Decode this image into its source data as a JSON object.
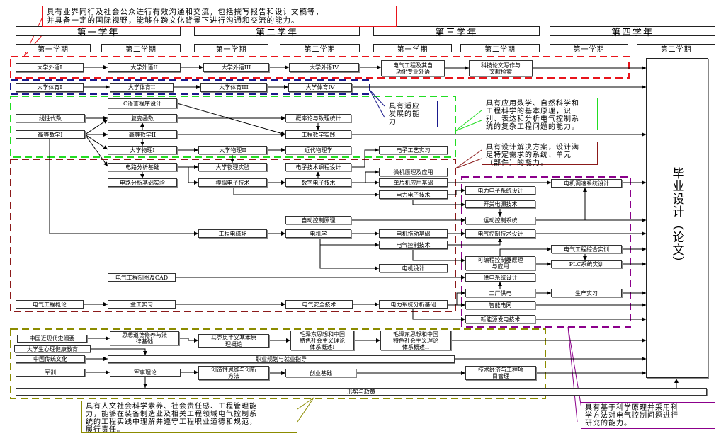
{
  "callouts": {
    "communication": "具有业界同行及社会公众进行有效沟通和交流，包括撰写报告和设计文稿等，\n并具备一定的国际视野，能够在跨文化背景下进行沟通和交流的能力。",
    "adaptation": "具有适应\n发展的能\n力",
    "engineering_knowledge": "具有应用数学、自然科学和\n工程科学的基本原理，识\n别、表达和分析电气控制系\n统的复杂工程问题的能力。",
    "design_solutions": "具有设计解决方案，设计满\n足特定需求的系统、单元\n（部件）的能力。",
    "humanities": "具有人文社会科学素养、社会责任感、工程管理能\n力，能够在装备制造业及相关工程领域电气控制系\n统的工程实践中理解并遵守工程职业道德和规范，\n履行责任。",
    "research": "具有基于科学原理并采用科\n学方法对电气控制问题进行\n研究的能力。"
  },
  "years": [
    "第一学年",
    "第二学年",
    "第三学年",
    "第四学年"
  ],
  "semesters": [
    "第一学期",
    "第二学期",
    "第一学期",
    "第二学期",
    "第一学期",
    "第二学期",
    "第一学期",
    "第二学期"
  ],
  "graduation": "毕业设计（论文）",
  "courses": {
    "wy1": "大学外语I",
    "wy2": "大学外语II",
    "wy3": "大学外语III",
    "wy4": "大学外语IV",
    "wy5": "电气工程及其自\n动化专业外语",
    "wy6": "科技论文写作与\n文献检索",
    "ty1": "大学体育I",
    "ty2": "大学体育II",
    "ty3": "大学体育III",
    "ty4": "大学体育IV",
    "cyy": "C语言程序设计",
    "xxds": "线性代数",
    "fbhs": "复变函数",
    "gs1": "高等数学I",
    "gs2": "高等数学II",
    "gl": "概率论与数理统计",
    "gcsj": "工程数学实践",
    "wl1": "大学物理I",
    "wl2": "大学物理II",
    "jdwl": "近代物理学",
    "dzgy": "电子工艺实习",
    "dlfx": "电路分析基础",
    "dlsy": "电路分析基础实验",
    "wlsy": "大学物理实验",
    "mn": "模拟电子技术",
    "dzkc": "电子技术课程设计",
    "sz": "数字电子技术",
    "wj": "微机原理及应用",
    "dpj": "单片机应用基础",
    "dldz": "电力电子技术",
    "zdkz": "自动控制原理",
    "gcdc": "工程电磁场",
    "djx": "电机学",
    "djtd": "电机拖动基础",
    "dqkz": "电气控制技术",
    "djsj": "电机设计",
    "cad": "电气工程制图及CAD",
    "gailun": "电气工程概论",
    "jg": "金工实习",
    "aq": "电气安全技术",
    "xtfx": "电力系统分析基础",
    "dlzxt": "电力电子系统设计",
    "tsxt": "电机调速系统设计",
    "kgdy": "开关电源技术",
    "ydkz": "运动控制系统",
    "dqkzsj": "电气控制技术设计",
    "zhsx": "电气工程综合实训",
    "plcyl": "可编程控制器原理\n与应用",
    "plcsx": "PLC系统实训",
    "gdxt": "供电系统设计",
    "gcgd": "工厂供电",
    "scsx": "生产实习",
    "znwd": "智能电网",
    "xny": "新能源发电技术",
    "jxs": "中国近现代史纲要",
    "sxdd": "思想道德修养与法\n律基础",
    "mks": "马克思主义基本原\n理概论",
    "mz1": "毛泽东思想和中国\n特色社会主义理论\n体系概述I",
    "mz2": "毛泽东思想和中国\n特色社会主义理论\n体系概述II",
    "xljk": "大学生心理健康教育",
    "ctwh": "中国传统文化",
    "zygh": "职业规划与就业指导",
    "jx": "军训",
    "jsll": "军事理论",
    "cxsw": "创造性思维与创新\n方法",
    "cyjc": "创业基础",
    "jjgl": "技术经济与工程项\n目管理",
    "xszc": "形势与政策"
  },
  "colors": {
    "communication": "#e8141b",
    "adaptation": "#1a1a8c",
    "engineering_knowledge": "#22dd22",
    "design_solutions": "#8b1a1a",
    "research": "#8b008b",
    "humanities": "#8c8c00"
  }
}
